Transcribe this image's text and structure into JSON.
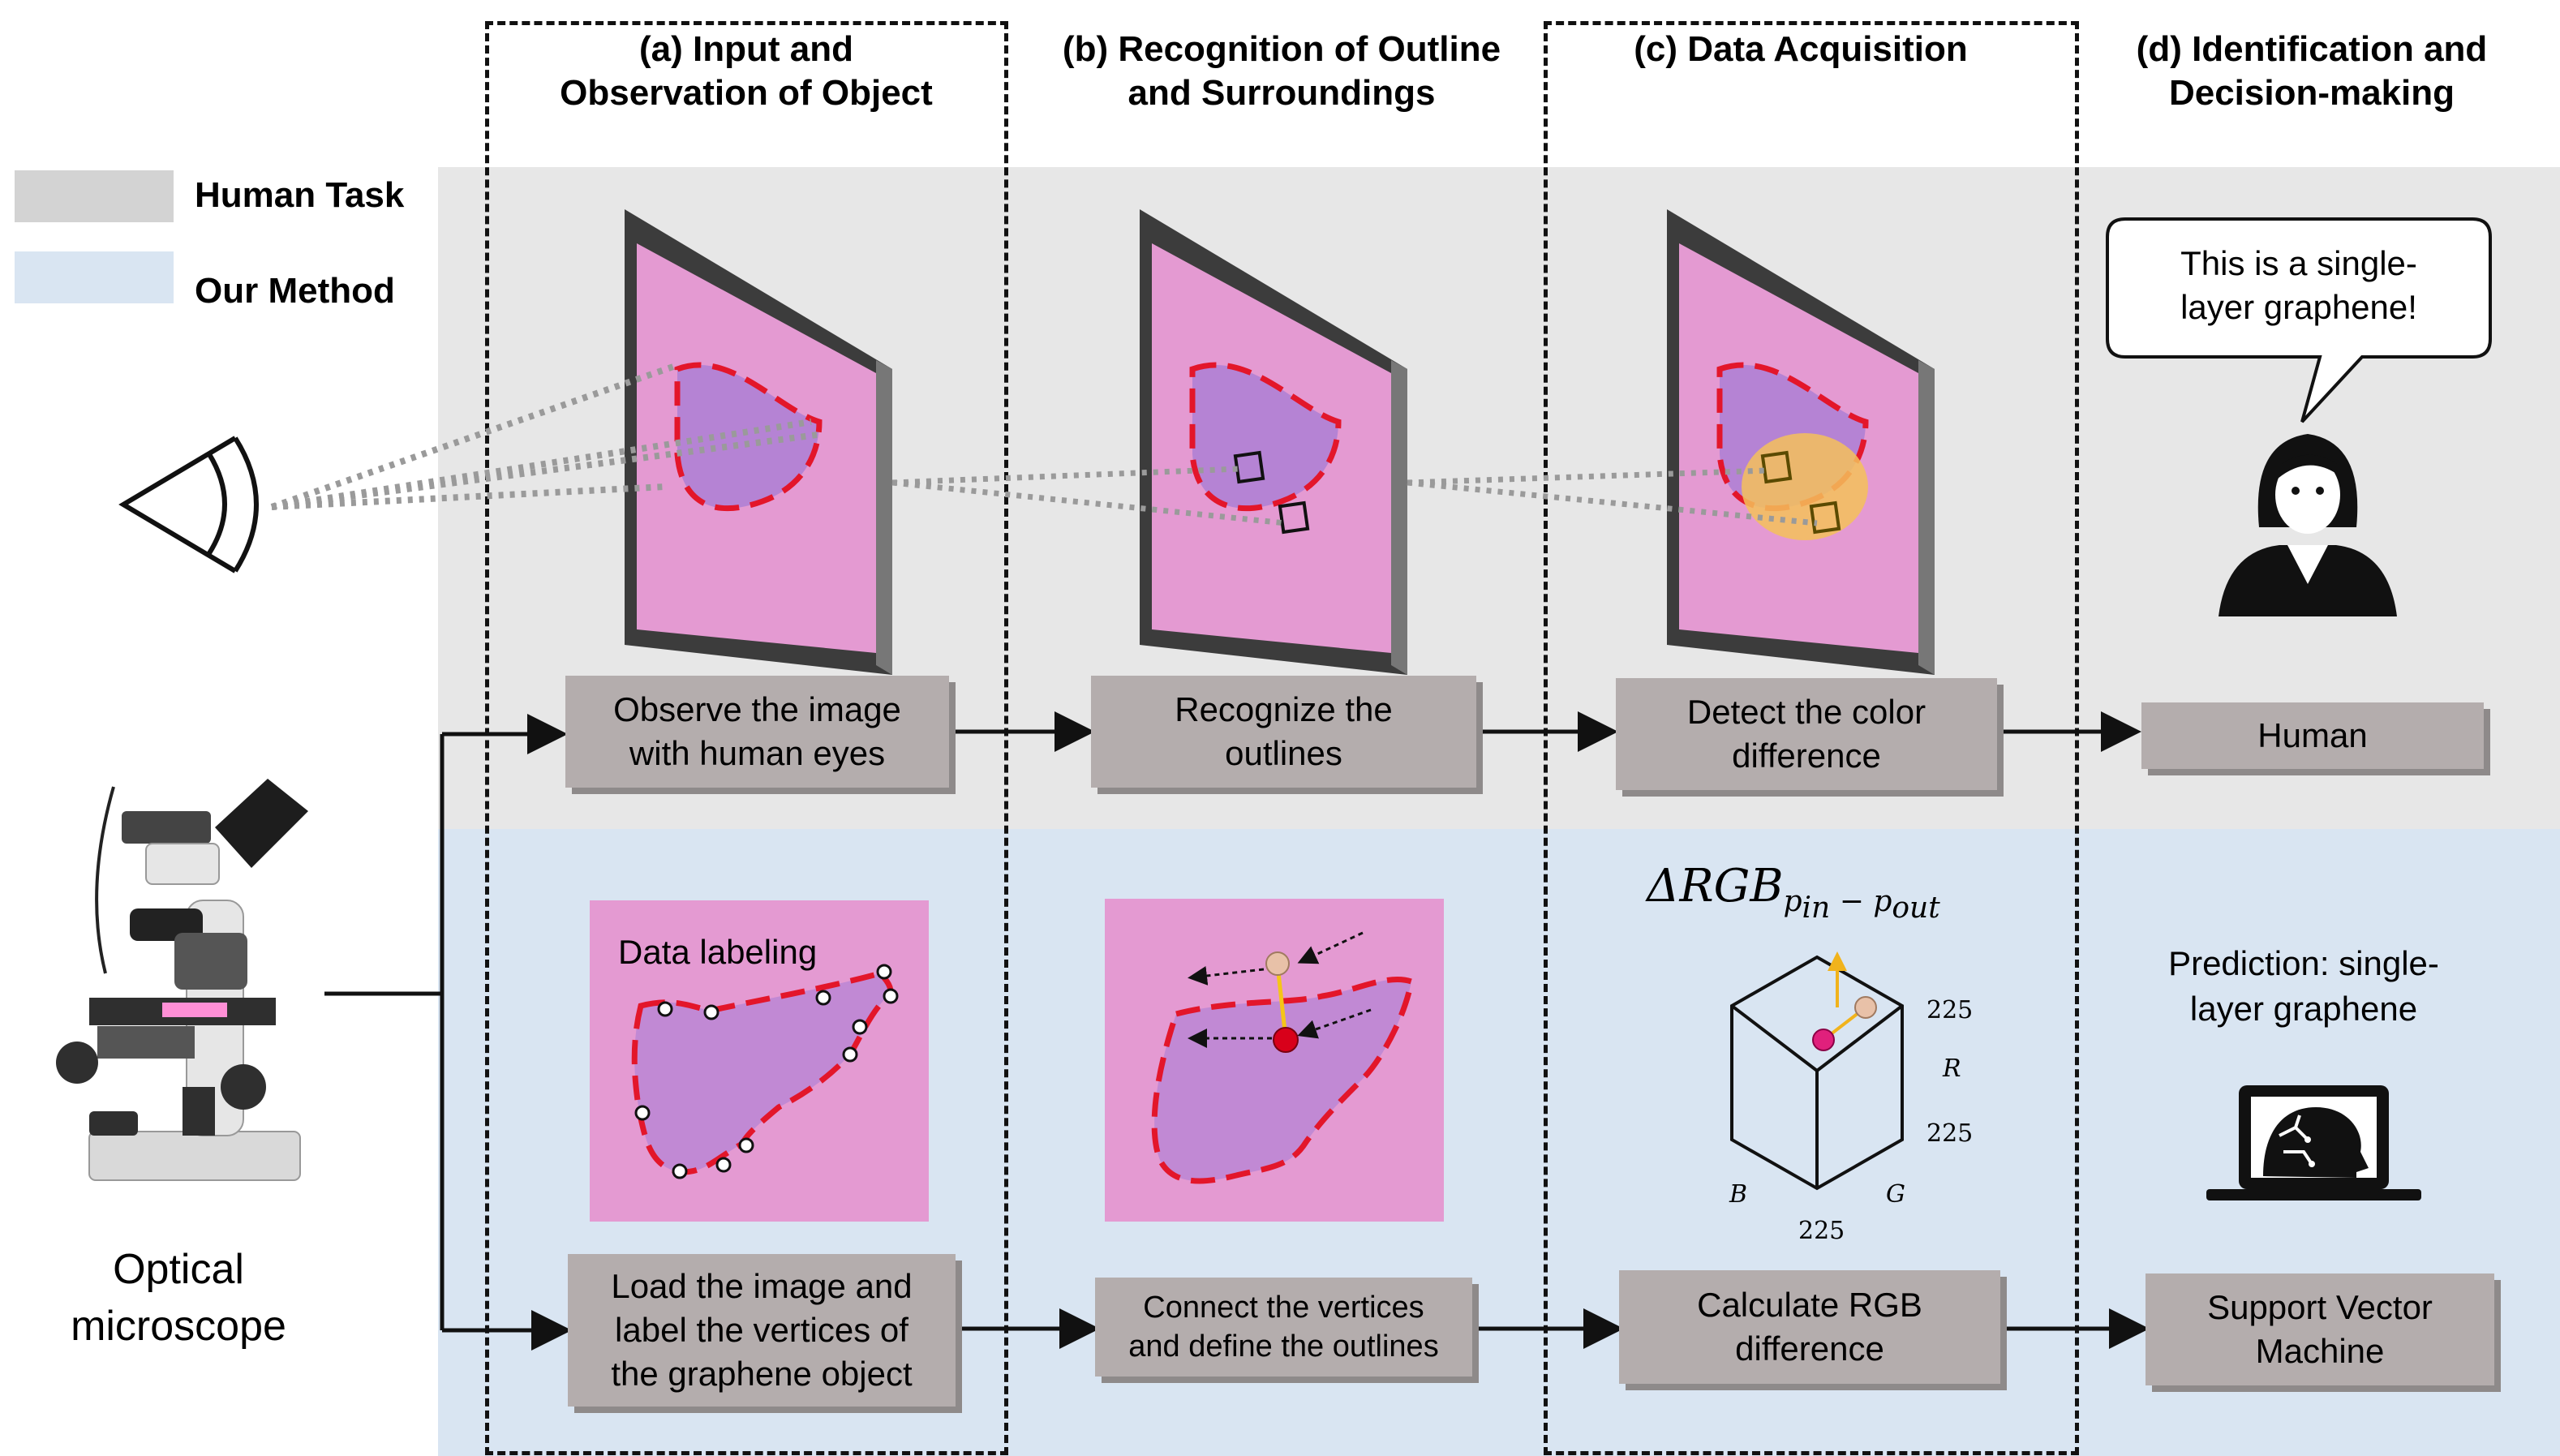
{
  "legend": {
    "human_label": "Human Task",
    "method_label": "Our Method",
    "human_color": "#d3d3d3",
    "method_color": "#d9e5f2"
  },
  "columns": {
    "a": {
      "line1": "(a) Input and",
      "line2": "Observation of Object"
    },
    "b": {
      "line1": "(b) Recognition of Outline",
      "line2": "and Surroundings"
    },
    "c": {
      "line1": "(c) Data Acquisition"
    },
    "d": {
      "line1": "(d) Identification and",
      "line2": "Decision-making"
    }
  },
  "human_row": {
    "observe": {
      "line1": "Observe the image",
      "line2": "with human eyes"
    },
    "recognize": {
      "line1": "Recognize the",
      "line2": "outlines"
    },
    "detect": {
      "line1": "Detect the color",
      "line2": "difference"
    },
    "human": {
      "line1": "Human"
    },
    "speech": {
      "line1": "This is a single-",
      "line2": "layer graphene!"
    }
  },
  "method_row": {
    "data_labeling": "Data labeling",
    "load": {
      "line1": "Load the image and",
      "line2": "label the vertices of",
      "line3": "the graphene object"
    },
    "connect": {
      "line1": "Connect the vertices",
      "line2": "and define the outlines"
    },
    "calculate": {
      "line1": "Calculate RGB",
      "line2": "difference"
    },
    "svm": {
      "line1": "Support Vector",
      "line2": "Machine"
    },
    "prediction": {
      "line1": "Prediction: single-",
      "line2": "layer graphene"
    },
    "delta": {
      "base": "ΔRGB",
      "sub": "p",
      "sub_in": "in",
      "minus": " − ",
      "sub2": "p",
      "sub_out": "out"
    },
    "cube_labels": {
      "r_top": "225",
      "r_axis": "R",
      "g_top": "225",
      "b_axis": "B",
      "g_axis": "G",
      "bottom": "225"
    }
  },
  "microscope": {
    "line1": "Optical",
    "line2": "microscope"
  },
  "icons": [
    "eye-icon",
    "person-icon",
    "laptop-brain-icon",
    "microscope-icon"
  ],
  "colors": {
    "flake": "#b583d4",
    "substrate": "#e49ad2",
    "outline": "#e3162a",
    "box": "#b4adad",
    "highlight": "#f5c15a"
  }
}
